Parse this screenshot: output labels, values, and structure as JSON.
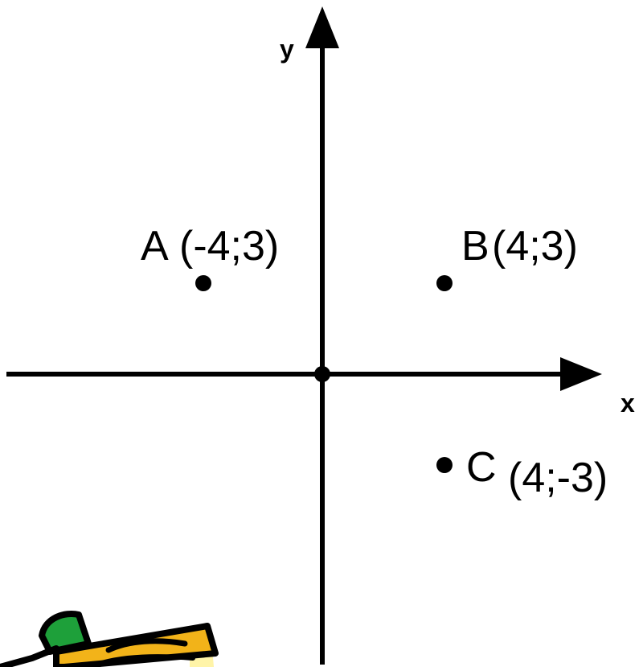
{
  "axes": {
    "x_label": "x",
    "y_label": "y"
  },
  "points": [
    {
      "id": "A",
      "x": -4,
      "y": 3,
      "letter": "A",
      "coords": "(-4;3)"
    },
    {
      "id": "B",
      "x": 4,
      "y": 3,
      "letter": "B",
      "coords": "(4;3)"
    },
    {
      "id": "C",
      "x": 4,
      "y": -3,
      "letter": "C",
      "coords": "(4;-3)"
    }
  ],
  "clipart": {
    "icon": "pencil-icon"
  },
  "colors": {
    "ink": "#000000",
    "pencil_body": "#f2b319",
    "pencil_eraser": "#1ea03a",
    "pencil_shadow": "#fff4a8"
  }
}
